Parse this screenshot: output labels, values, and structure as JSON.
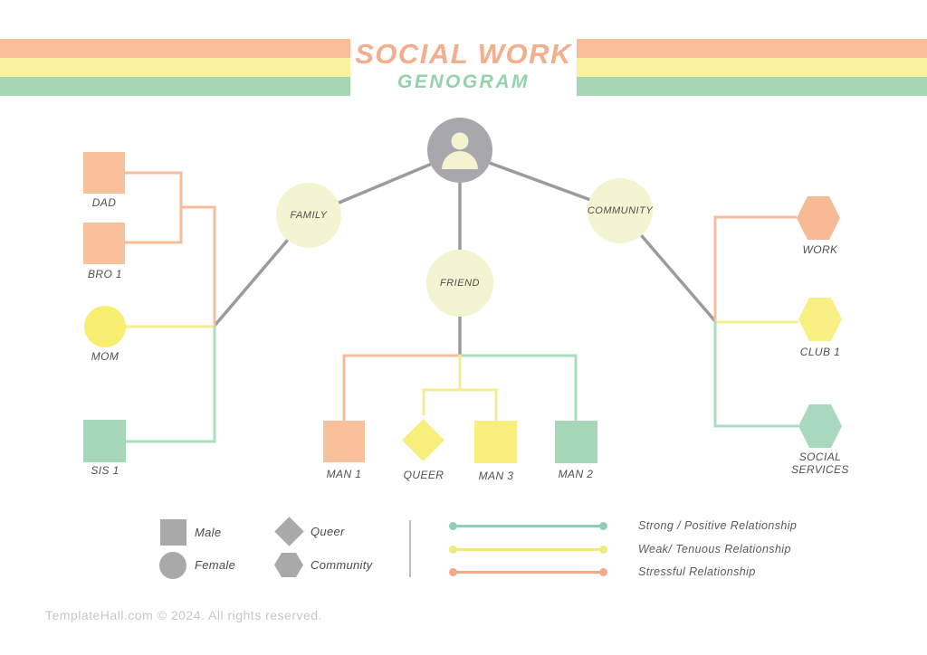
{
  "header": {
    "title": "SOCIAL WORK",
    "subtitle": "GENOGRAM"
  },
  "palette": {
    "orange": "#f9bd98",
    "yellow": "#f7ee7b",
    "pale_yellow_hub": "#f4f3d2",
    "green": "#a6d7b8",
    "gray": "#a7a7ad",
    "line_gray": "#9b9b9f",
    "label_gray": "#4f4f4f"
  },
  "diagram": {
    "center_icon": "person",
    "hubs": {
      "family": {
        "label": "FAMILY"
      },
      "friend": {
        "label": "FRIEND"
      },
      "community": {
        "label": "COMMUNITY"
      }
    },
    "nodes": {
      "dad": {
        "label": "DAD",
        "shape": "square",
        "color": "orange"
      },
      "bro1": {
        "label": "BRO 1",
        "shape": "square",
        "color": "orange"
      },
      "mom": {
        "label": "MOM",
        "shape": "circle",
        "color": "yellow"
      },
      "sis1": {
        "label": "SIS 1",
        "shape": "square",
        "color": "green"
      },
      "man1": {
        "label": "MAN 1",
        "shape": "square",
        "color": "orange"
      },
      "queer": {
        "label": "QUEER",
        "shape": "diamond",
        "color": "yellow"
      },
      "man3": {
        "label": "MAN 3",
        "shape": "square",
        "color": "yellow"
      },
      "man2": {
        "label": "MAN 2",
        "shape": "square",
        "color": "green"
      },
      "work": {
        "label": "WORK",
        "shape": "hexagon",
        "color": "orange"
      },
      "club1": {
        "label": "CLUB 1",
        "shape": "hexagon",
        "color": "yellow"
      },
      "social_services": {
        "label": "SOCIAL SERVICES",
        "shape": "hexagon",
        "color": "green"
      }
    }
  },
  "legend": {
    "shapes": [
      {
        "label": "Male",
        "shape": "square"
      },
      {
        "label": "Female",
        "shape": "circle"
      },
      {
        "label": "Queer",
        "shape": "diamond"
      },
      {
        "label": "Community",
        "shape": "hexagon"
      }
    ],
    "relationships": [
      {
        "label": "Strong / Positive Relationship",
        "color": "#8fcfb4"
      },
      {
        "label": "Weak/ Tenuous Relationship",
        "color": "#f2e97e"
      },
      {
        "label": "Stressful Relationship",
        "color": "#f4a988"
      }
    ]
  },
  "footer": {
    "copyright": "TemplateHall.com © 2024. All rights reserved."
  }
}
